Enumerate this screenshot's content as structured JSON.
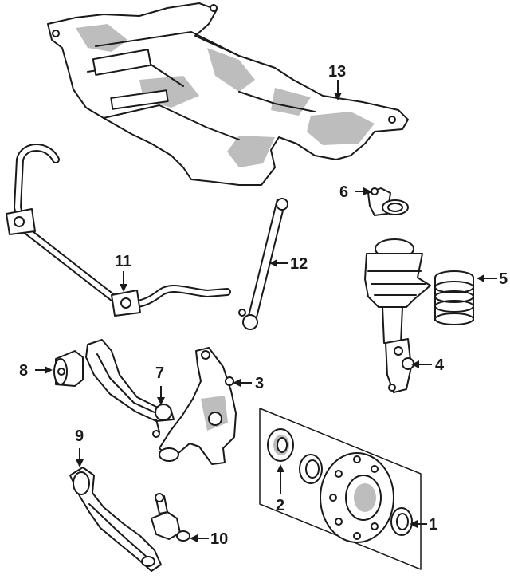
{
  "diagram": {
    "callouts": [
      {
        "id": "1",
        "label": "1",
        "part": "wheel-hub"
      },
      {
        "id": "2",
        "label": "2",
        "part": "hub-seal"
      },
      {
        "id": "3",
        "label": "3",
        "part": "steering-knuckle"
      },
      {
        "id": "4",
        "label": "4",
        "part": "air-strut"
      },
      {
        "id": "5",
        "label": "5",
        "part": "dust-boot"
      },
      {
        "id": "6",
        "label": "6",
        "part": "strut-bracket"
      },
      {
        "id": "7",
        "label": "7",
        "part": "ball-joint"
      },
      {
        "id": "8",
        "label": "8",
        "part": "control-arm-bushing"
      },
      {
        "id": "9",
        "label": "9",
        "part": "lower-control-arm"
      },
      {
        "id": "10",
        "label": "10",
        "part": "lower-ball-joint"
      },
      {
        "id": "11",
        "label": "11",
        "part": "stabilizer-bar-bushing"
      },
      {
        "id": "12",
        "label": "12",
        "part": "stabilizer-link"
      },
      {
        "id": "13",
        "label": "13",
        "part": "engine-cradle"
      }
    ],
    "colors": {
      "ink": "#1a1a1a",
      "shade": "#bdbdbd",
      "background": "#ffffff"
    }
  }
}
